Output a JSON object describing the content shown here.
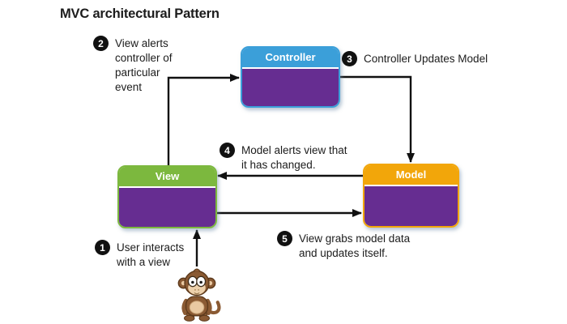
{
  "title": "MVC architectural Pattern",
  "boxes": {
    "controller": {
      "label": "Controller",
      "header_color": "#3b9fd9",
      "body_color": "#662d91"
    },
    "view": {
      "label": "View",
      "header_color": "#7cb83e",
      "body_color": "#662d91"
    },
    "model": {
      "label": "Model",
      "header_color": "#f2a60a",
      "body_color": "#662d91"
    }
  },
  "annotations": [
    {
      "number": "1",
      "lines": [
        "User interacts",
        "with a view"
      ]
    },
    {
      "number": "2",
      "lines": [
        "View alerts",
        "controller of",
        "particular",
        "event"
      ]
    },
    {
      "number": "3",
      "lines": [
        "Controller Updates Model"
      ]
    },
    {
      "number": "4",
      "lines": [
        "Model alerts view that",
        "it has changed."
      ]
    },
    {
      "number": "5",
      "lines": [
        "View grabs model data",
        "and updates itself."
      ]
    }
  ],
  "icons": {
    "user_illustration": "monkey-cartoon"
  },
  "colors": {
    "background": "#ffffff",
    "arrow": "#111111",
    "badge_bg": "#111111",
    "badge_text": "#ffffff",
    "title_text": "#1c1c1c",
    "controller_header": "#3b9fd9",
    "view_header": "#7cb83e",
    "model_header": "#f2a60a",
    "box_body_purple": "#662d91"
  }
}
